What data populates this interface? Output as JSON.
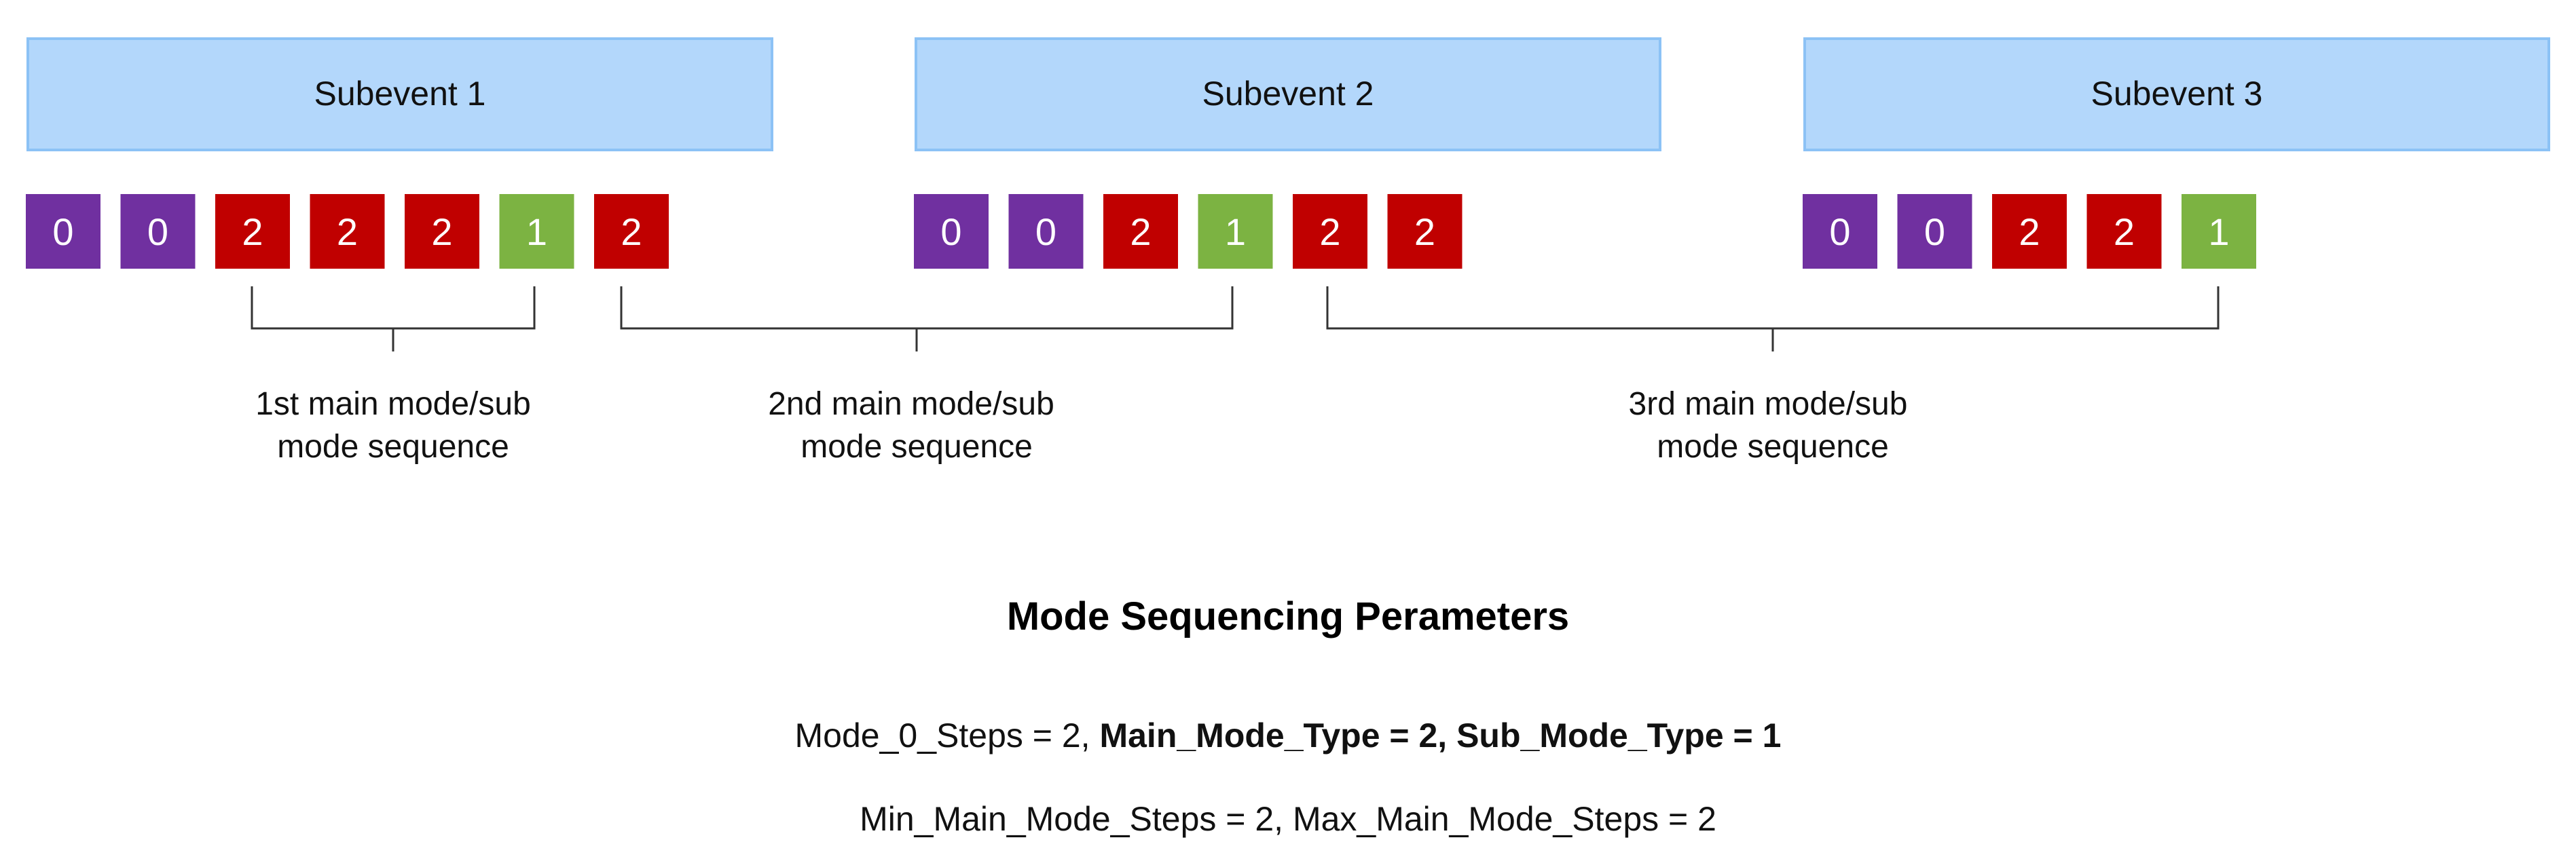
{
  "colors": {
    "mode_0": "#7030a0",
    "mode_1": "#7cb342",
    "mode_2": "#c00000",
    "subevent_fill": "#b3d7fb"
  },
  "subevents": [
    {
      "label": "Subevent 1"
    },
    {
      "label": "Subevent 2"
    },
    {
      "label": "Subevent 3"
    }
  ],
  "step_rows": [
    [
      "0",
      "0",
      "2",
      "2",
      "2",
      "1",
      "2"
    ],
    [
      "0",
      "0",
      "2",
      "1",
      "2",
      "2"
    ],
    [
      "0",
      "0",
      "2",
      "2",
      "1"
    ]
  ],
  "sequences": [
    {
      "line1": "1st main mode/sub",
      "line2": "mode sequence"
    },
    {
      "line1": "2nd main mode/sub",
      "line2": "mode sequence"
    },
    {
      "line1": "3rd main mode/sub",
      "line2": "mode sequence"
    }
  ],
  "heading": "Mode Sequencing Perameters",
  "params": {
    "line1_plain": "Mode_0_Steps = 2, ",
    "line1_bold": "Main_Mode_Type = 2, Sub_Mode_Type = 1",
    "line2": "Min_Main_Mode_Steps = 2, Max_Main_Mode_Steps = 2"
  }
}
